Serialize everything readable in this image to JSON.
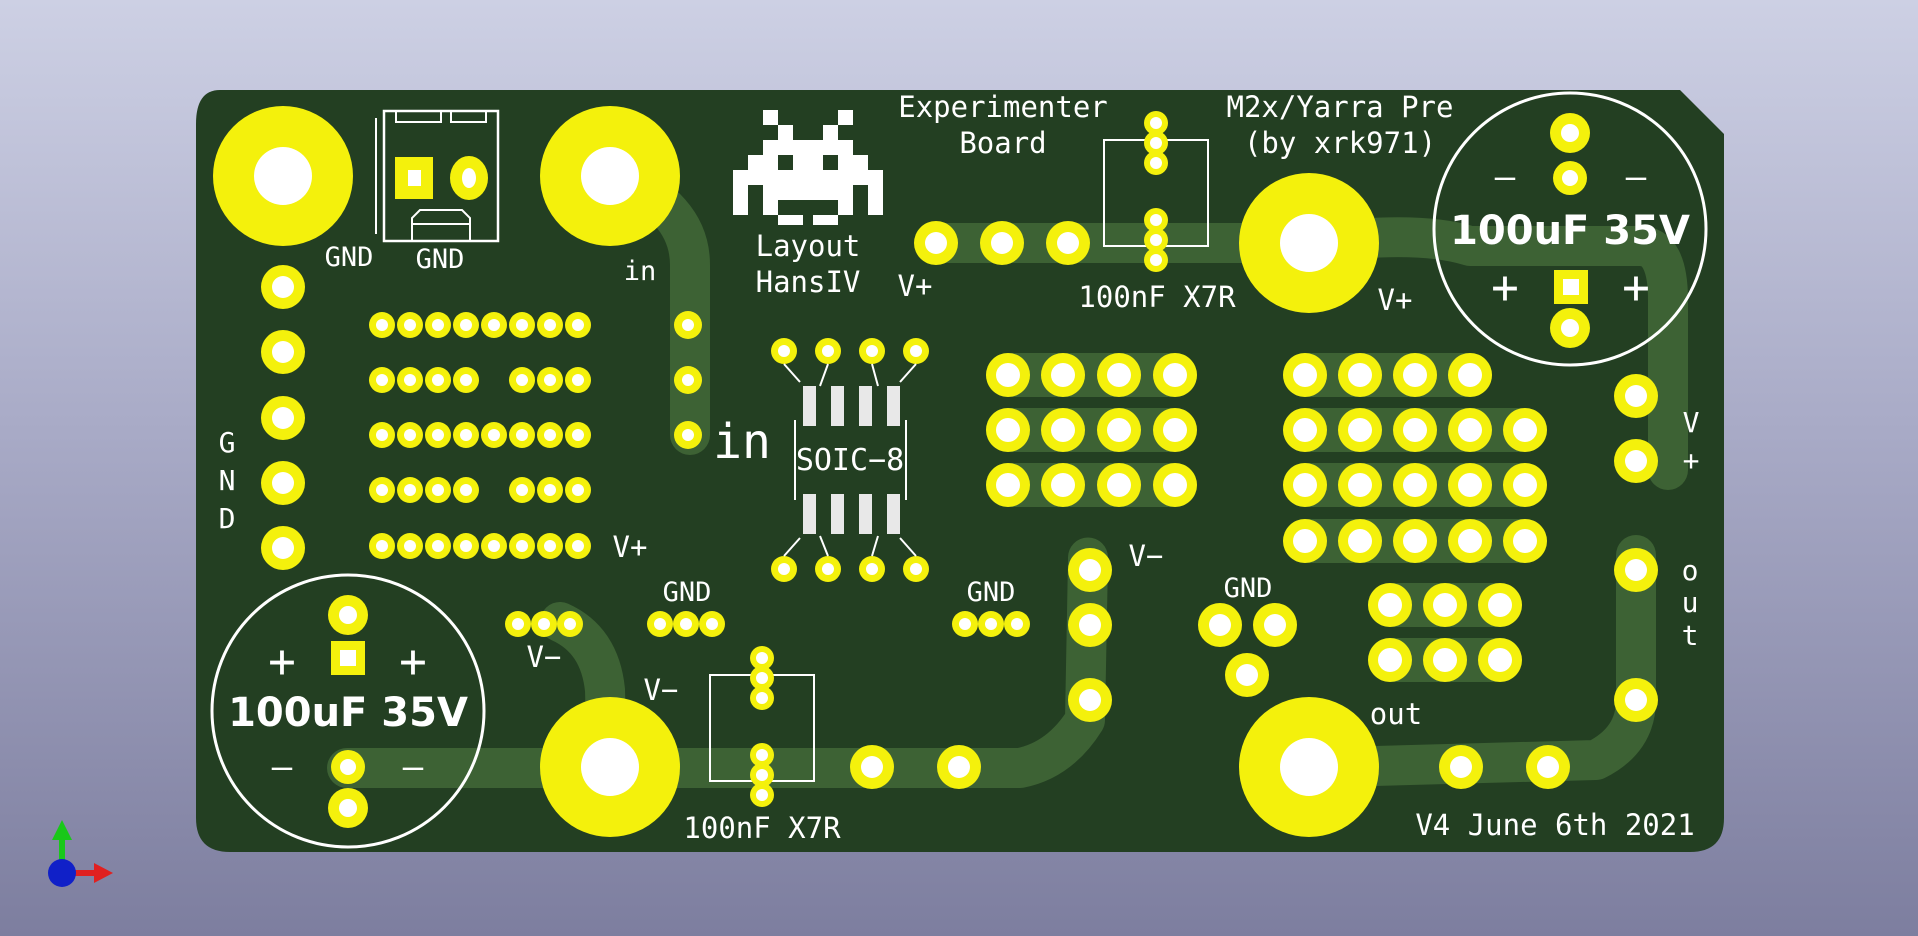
{
  "board": {
    "title_line1": "Experimenter",
    "title_line2": "Board",
    "project_line1": "M2x/Yarra Pre",
    "project_line2": "(by xrk971)",
    "layout_line1": "Layout",
    "layout_line2": "HansIV",
    "version": "V4 June 6th 2021"
  },
  "labels": {
    "gnd": "GND",
    "in": "in",
    "out": "out",
    "vplus": "V+",
    "vminus": "V−",
    "soic": "SOIC−8",
    "cap_small": "100nF X7R",
    "cap_big": "100uF 35V",
    "plus": "+",
    "minus": "—",
    "gnd_v": [
      "G",
      "N",
      "D"
    ],
    "vplus_v": [
      "V",
      "+"
    ],
    "out_v": [
      "o",
      "u",
      "t"
    ]
  },
  "colors": {
    "background_top": "#cdd0e4",
    "background_bottom": "#7d7e9f",
    "board": "#233f22",
    "trace": "#3d6234",
    "pad": "#f4f10c",
    "silkscreen": "#ffffff"
  },
  "icons": {
    "logo": "space-invader-icon",
    "axes": "axis-gizmo-icon"
  }
}
